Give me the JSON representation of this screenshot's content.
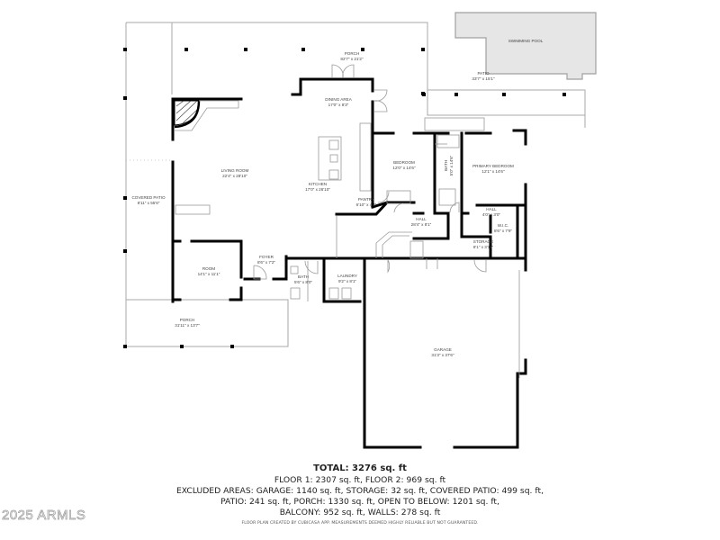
{
  "rooms": {
    "swimming_pool": {
      "name": "SWIMMING POOL",
      "dims": ""
    },
    "porch_top": {
      "name": "PORCH",
      "dims": "82'7\" x 21'2\""
    },
    "patio": {
      "name": "PATIO",
      "dims": "33'7\" x 15'1\""
    },
    "dining_area": {
      "name": "DINING AREA",
      "dims": "17'0\" x 8'3\""
    },
    "living_room": {
      "name": "LIVING ROOM",
      "dims": "22'4\" x 28'10\""
    },
    "kitchen": {
      "name": "KITCHEN",
      "dims": "17'0\" x 26'10\""
    },
    "pantry": {
      "name": "PANTRY",
      "dims": "6'10\" x 4'4\""
    },
    "bedroom": {
      "name": "BEDROOM",
      "dims": "12'0\" x 14'6\""
    },
    "bath_upper": {
      "name": "BATH",
      "dims": "5'0\" x 14'6\""
    },
    "primary_bedroom": {
      "name": "PRIMARY BEDROOM",
      "dims": "12'1\" x 14'6\""
    },
    "hall_small": {
      "name": "HALL",
      "dims": "4'0\" x 3'0\""
    },
    "wic": {
      "name": "W.I.C.",
      "dims": "8'6\" x 7'9\""
    },
    "hall": {
      "name": "HALL",
      "dims": "28'4\" x 8'1\""
    },
    "storage": {
      "name": "STORAGE",
      "dims": "8'1\" x 3'11\""
    },
    "covered_patio": {
      "name": "COVERED PATIO",
      "dims": "8'11\" x 55'6\""
    },
    "room": {
      "name": "ROOM",
      "dims": "14'1\" x 11'1\""
    },
    "foyer": {
      "name": "FOYER",
      "dims": "8'6\" x 7'2\""
    },
    "bath_lower": {
      "name": "BATH",
      "dims": "5'6\" x 8'0\""
    },
    "laundry": {
      "name": "LAUNDRY",
      "dims": "9'2\" x 8'1\""
    },
    "porch_bottom": {
      "name": "PORCH",
      "dims": "31'11\" x 13'7\""
    },
    "garage": {
      "name": "GARAGE",
      "dims": "31'3\" x 37'6\""
    }
  },
  "summary": {
    "total": "TOTAL: 3276 sq. ft",
    "line1": "FLOOR 1: 2307 sq. ft, FLOOR 2: 969 sq. ft",
    "line2": "EXCLUDED AREAS: GARAGE: 1140 sq. ft, STORAGE: 32 sq. ft, COVERED PATIO: 499 sq. ft,",
    "line3": "PATIO: 241 sq. ft, PORCH: 1330 sq. ft, OPEN TO BELOW: 1201 sq. ft,",
    "line4": "BALCONY: 952 sq. ft, WALLS: 278 sq. ft",
    "credit": "FLOOR PLAN CREATED BY CUBICASA APP. MEASUREMENTS DEEMED HIGHLY RELIABLE BUT NOT GUARANTEED."
  },
  "watermark": "2025 ARMLS",
  "colors": {
    "wall": "#000000",
    "thin_line": "#9a9a9a",
    "pool_fill": "#e6e6e6"
  }
}
